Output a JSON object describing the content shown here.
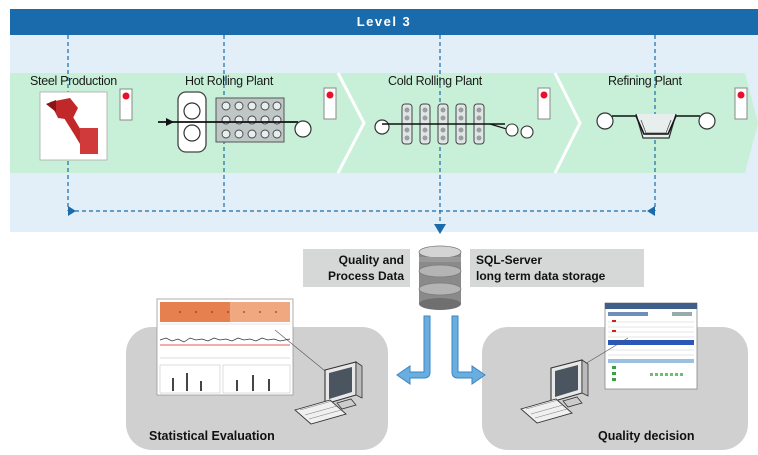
{
  "header": {
    "level_label": "Level 3"
  },
  "plants": [
    {
      "name": "Steel Production"
    },
    {
      "name": "Hot Rolling Plant"
    },
    {
      "name": "Cold Rolling Plant"
    },
    {
      "name": "Refining Plant"
    }
  ],
  "database": {
    "left_label": "Quality and Process Data",
    "right_label_line1": "SQL-Server",
    "right_label_line2": "long term data storage"
  },
  "panels": {
    "left": {
      "label": "Statistical Evaluation"
    },
    "right": {
      "label": "Quality decision"
    }
  },
  "colors": {
    "level_bar": "#1a6bab",
    "band_light": "#e2eef8",
    "process_arrow": "#c8f0d8",
    "dashed_link": "#1a6bab",
    "panel_gray": "#d0d0d0",
    "flow_arrow": "#6aaee0",
    "alarm_red": "#e8102a",
    "furnace_red": "#c0282a"
  }
}
